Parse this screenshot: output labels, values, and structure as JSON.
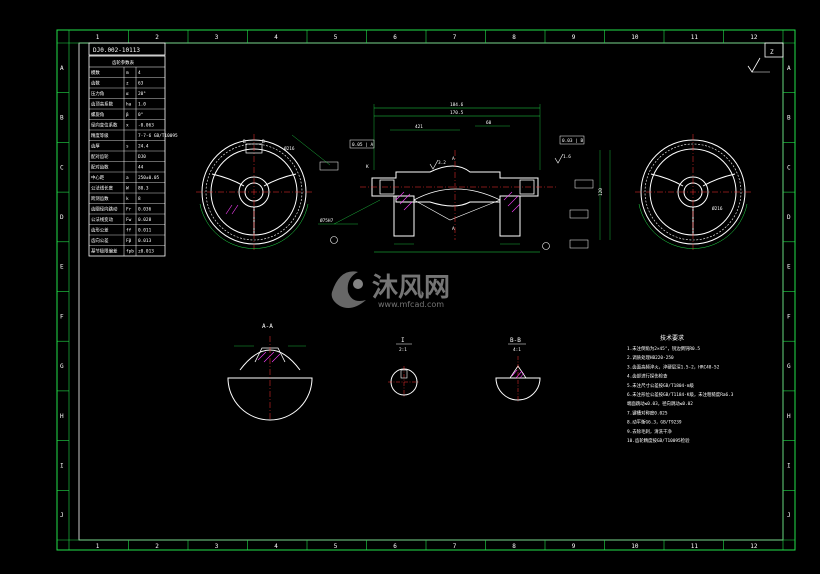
{
  "sheet": {
    "column_numbers": [
      "1",
      "2",
      "3",
      "4",
      "5",
      "6",
      "7",
      "8",
      "9",
      "10",
      "11",
      "12"
    ],
    "row_letters": [
      "A",
      "B",
      "C",
      "D",
      "E",
      "F",
      "G",
      "H",
      "I",
      "J"
    ],
    "drawing_number": "DJ0.002-10113",
    "corner_mark": "Z"
  },
  "params_table": {
    "title": "齿轮参数表",
    "rows": [
      {
        "name": "模数",
        "symbol": "m",
        "value": "4"
      },
      {
        "name": "齿数",
        "symbol": "z",
        "value": "63"
      },
      {
        "name": "压力角",
        "symbol": "α",
        "value": "20°"
      },
      {
        "name": "齿顶高系数",
        "symbol": "ha",
        "value": "1.0"
      },
      {
        "name": "螺旋角",
        "symbol": "β",
        "value": "0°"
      },
      {
        "name": "径向变位系数",
        "symbol": "x",
        "value": "-0.063"
      },
      {
        "name": "精度等级",
        "symbol": "",
        "value": "7-7-6 GB/T10095"
      },
      {
        "name": "齿厚",
        "symbol": "s",
        "value": "24.4"
      },
      {
        "name": "配对齿轮",
        "symbol": "",
        "value": "DJ0"
      },
      {
        "name": "配对齿数",
        "symbol": "",
        "value": "44"
      },
      {
        "name": "中心距",
        "symbol": "a",
        "value": "250±0.05"
      },
      {
        "name": "公法线长度",
        "symbol": "W",
        "value": "80.3"
      },
      {
        "name": "跨测齿数",
        "symbol": "k",
        "value": "8"
      },
      {
        "name": "齿圈径向跳动",
        "symbol": "Fr",
        "value": "0.036"
      },
      {
        "name": "公法线变动",
        "symbol": "Fw",
        "value": "0.028"
      },
      {
        "name": "齿形公差",
        "symbol": "ff",
        "value": "0.011"
      },
      {
        "name": "齿向公差",
        "symbol": "Fβ",
        "value": "0.013"
      },
      {
        "name": "基节极限偏差",
        "symbol": "fpb",
        "value": "±0.013"
      }
    ]
  },
  "views": {
    "section_aa": "A-A",
    "detail_i": "I",
    "detail_i_scale": "2:1",
    "section_bb": "B-B",
    "section_bb_scale": "4:1",
    "label_b_left": "B",
    "label_b_right": "B",
    "label_a_top": "A",
    "label_a_bottom": "A",
    "label_k": "K"
  },
  "dimensions": {
    "overall_top": "184.6",
    "overall_top2": "170.5",
    "d_left": "Ø216",
    "d_right": "Ø216",
    "hub_width": "120",
    "bore_note": "Ø75H7",
    "spacing_1": "421",
    "spacing_2": "60",
    "roughness_1": "3.2",
    "roughness_2": "1.6",
    "tol_frame_1": "0.05 | A",
    "tol_frame_2": "0.03 | B"
  },
  "tech_requirements": {
    "title": "技术要求",
    "lines": [
      "1.未注倒角为2×45°，锐边倒钝R0.5",
      "2.调质处理HB220-250",
      "3.齿面高频淬火，淬硬层深1.5-2，HRC48-52",
      "4.齿部进行探伤检查",
      "5.未注尺寸公差按GB/T1804-m级",
      "6.未注形位公差按GB/T1184-K级，未注粗糙度Ra6.3",
      "  端面跳动≤0.03，径向跳动≤0.02",
      "7.键槽对称度0.025",
      "8.动平衡G6.3，GB/T9239",
      "9.去除毛刺，清洗干净",
      "10.齿轮精度按GB/T10095检验"
    ]
  },
  "watermark": {
    "text_cn": "沐风网",
    "url": "www.mfcad.com"
  },
  "colors": {
    "frame": "#22e04a",
    "outline": "#ffffff",
    "dimension": "#22e04a",
    "centerline": "#ff3030",
    "hatch": "#ff40ff",
    "hidden": "#f0e020",
    "background": "#000000"
  }
}
